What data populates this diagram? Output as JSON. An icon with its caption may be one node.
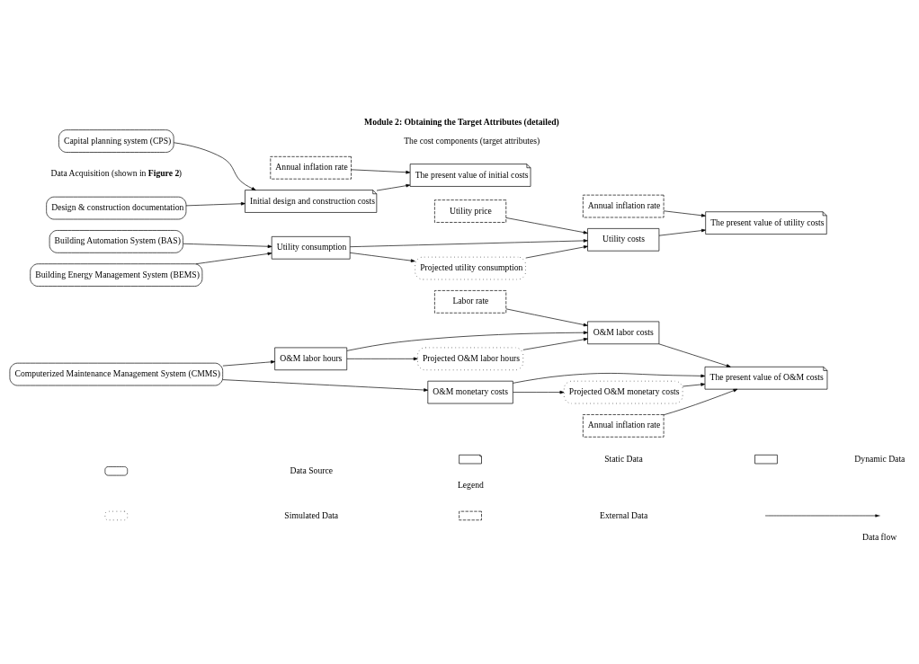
{
  "diagram": {
    "title": "Module 2: Obtaining the Target Attributes (detailed)",
    "nodes": [
      {
        "text": [
          "Design & construction documentation"
        ]
      },
      {
        "text": [
          "Capital planning system (CPS)"
        ]
      },
      {
        "text": [
          "Initial design and construction costs"
        ]
      },
      {
        "text": [
          "Annual inflation rate"
        ]
      },
      {
        "text": [
          "The present value of initial costs"
        ]
      },
      {
        "text": [
          "Building Energy Management System (BEMS)"
        ]
      },
      {
        "text": [
          "Building Automation System (BAS)"
        ]
      },
      {
        "text": [
          "Utility consumption"
        ]
      },
      {
        "text": [
          "Projected utility consumption"
        ]
      },
      {
        "text": [
          "Utility price"
        ]
      },
      {
        "text": [
          "Utility costs"
        ]
      },
      {
        "text": [
          "Annual inflation rate"
        ]
      },
      {
        "text": [
          "The present value of utility costs"
        ]
      },
      {
        "text": [
          "Computerized Maintenance Management System (CMMS)"
        ]
      },
      {
        "text": [
          "Projected O&M monetary costs"
        ]
      },
      {
        "text": [
          "O&M monetary costs"
        ]
      },
      {
        "text": [
          "O&M labor hours"
        ]
      },
      {
        "text": [
          "Projected O&M labor hours"
        ]
      },
      {
        "text": [
          "Annual inflation rate"
        ]
      },
      {
        "text": [
          "O&M labor costs"
        ]
      },
      {
        "text": [
          "Labor rate"
        ]
      },
      {
        "text": [
          "The present value of O&M costs"
        ]
      }
    ],
    "edges": [
      {
        "from": 0,
        "to": 2,
        "arrow": "to"
      },
      {
        "from": 1,
        "to": 2,
        "arrow": "to"
      },
      {
        "from": 2,
        "to": 4,
        "arrow": "to"
      },
      {
        "from": 3,
        "to": 4,
        "arrow": "to"
      },
      {
        "from": 5,
        "to": 7,
        "arrow": "to"
      },
      {
        "from": 6,
        "to": 7,
        "arrow": "to"
      },
      {
        "from": 7,
        "to": 8,
        "arrow": "to"
      },
      {
        "from": 7,
        "to": 10,
        "arrow": "to"
      },
      {
        "from": 8,
        "to": 10,
        "arrow": "to"
      },
      {
        "from": 9,
        "to": 10,
        "arrow": "to"
      },
      {
        "from": 10,
        "to": 12,
        "arrow": "to"
      },
      {
        "from": 11,
        "to": 12,
        "arrow": "to"
      },
      {
        "from": 13,
        "to": 15,
        "arrow": "to"
      },
      {
        "from": 13,
        "to": 16,
        "arrow": "to"
      },
      {
        "from": 15,
        "to": 14,
        "arrow": "to"
      },
      {
        "from": 16,
        "to": 17,
        "arrow": "to"
      },
      {
        "from": 14,
        "to": 21,
        "arrow": "to"
      },
      {
        "from": 15,
        "to": 21,
        "arrow": "to"
      },
      {
        "from": 18,
        "to": 21,
        "arrow": "to"
      },
      {
        "from": 16,
        "to": 19,
        "arrow": "to"
      },
      {
        "from": 17,
        "to": 19,
        "arrow": "to"
      },
      {
        "from": 20,
        "to": 19,
        "arrow": "to"
      },
      {
        "from": 19,
        "to": 21,
        "arrow": "to"
      }
    ],
    "labels": [
      "Data Acquisition (shown in **Figure 2**)",
      "The cost components (target attributes)",
      "Legend"
    ],
    "legend": [
      {
        "text": "Data Source"
      },
      {
        "text": "Static Data"
      },
      {
        "text": "Dynamic Data"
      },
      {
        "text": "Simulated Data"
      },
      {
        "text": "External Data"
      },
      {
        "text": "Data flow"
      }
    ]
  }
}
